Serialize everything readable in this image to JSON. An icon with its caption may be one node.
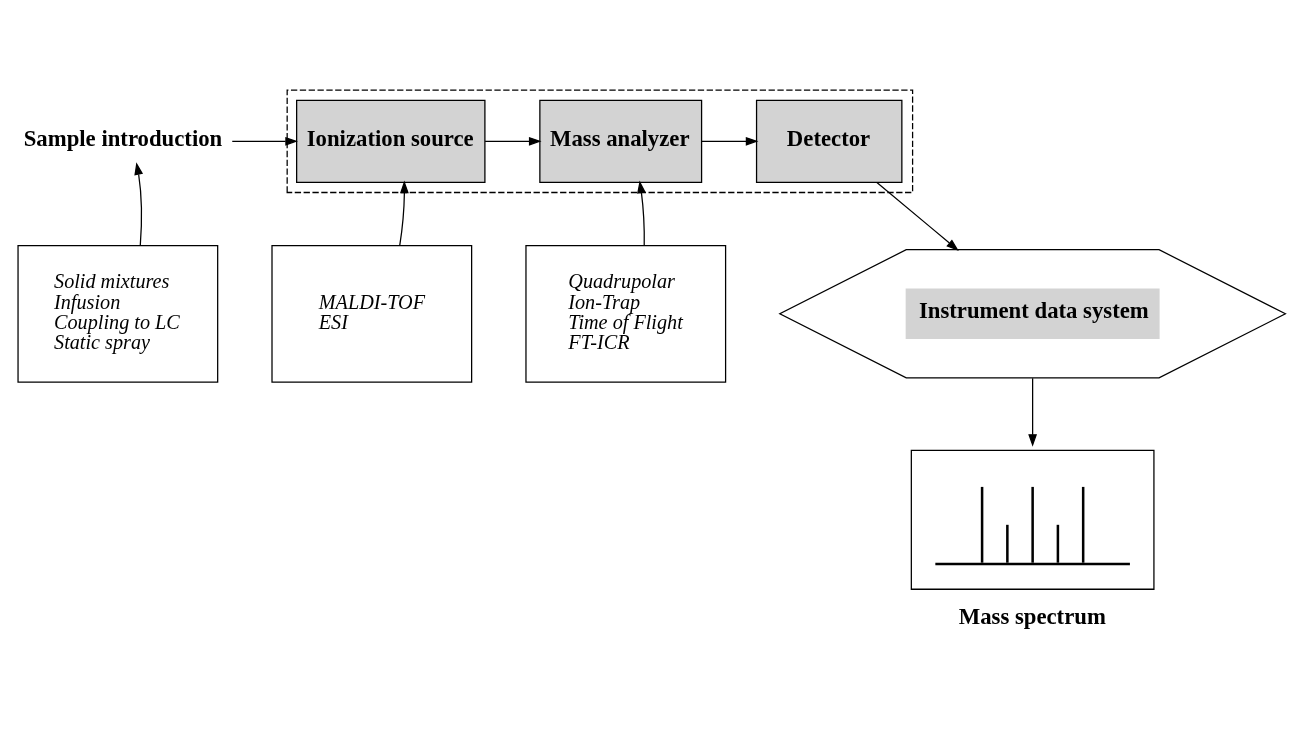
{
  "diagram": {
    "nodes": [
      {
        "text": [
          "Sample introduction"
        ]
      },
      {
        "text": [],
        "shape": "box"
      },
      {
        "text": [
          "Ionization source"
        ],
        "in": 1
      },
      {
        "text": [
          "Mass analyzer"
        ],
        "in": 1
      },
      {
        "text": [
          "Detector"
        ],
        "in": 1
      },
      {
        "text": [
          "Solid mixtures",
          "Infusion",
          "Coupling to LC",
          "Static spray"
        ]
      },
      {
        "text": [
          "MALDI-TOF",
          "ESI"
        ]
      },
      {
        "text": [
          "Quadrupolar",
          "Ion-Trap",
          "Time of Flight",
          "FT-ICR"
        ]
      },
      {
        "text": [
          "Instrument data system"
        ]
      },
      {
        "text": [],
        "shape": "picture",
        "beside": [
          "Mass spectrum"
        ]
      }
    ],
    "edges": [
      {
        "from": 0,
        "to": 2,
        "arrow": "to"
      },
      {
        "from": 2,
        "to": 3,
        "arrow": "to"
      },
      {
        "from": 3,
        "to": 4,
        "arrow": "to"
      },
      {
        "from": 4,
        "to": 8,
        "arrow": "to"
      },
      {
        "from": 8,
        "to": 9,
        "arrow": "to"
      },
      {
        "from": 5,
        "to": 0,
        "arrow": "to"
      },
      {
        "from": 6,
        "to": 2,
        "arrow": "to"
      },
      {
        "from": 7,
        "to": 3,
        "arrow": "to"
      }
    ]
  }
}
